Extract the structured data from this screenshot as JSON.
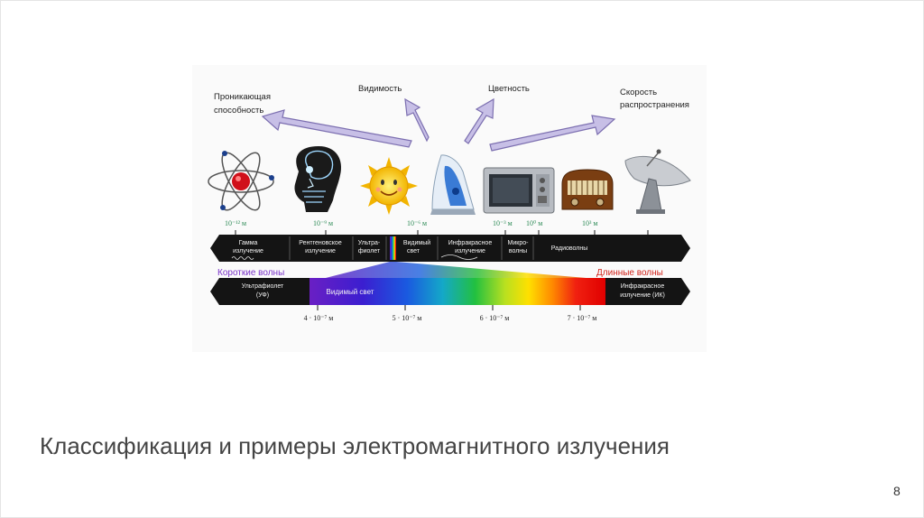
{
  "slide": {
    "title": "Классификация и примеры электромагнитного излучения",
    "page_number": "8"
  },
  "diagram": {
    "property_labels": {
      "penetrating": [
        "Проникающая",
        "способность"
      ],
      "visibility": "Видимость",
      "color": "Цветность",
      "propagation_speed": [
        "Скорость",
        "распространения"
      ]
    },
    "icons": [
      "atom-icon",
      "xray-skull-icon",
      "sun-icon",
      "iron-icon",
      "microwave-icon",
      "radio-icon",
      "satellite-dish-icon"
    ],
    "wavelength_labels": {
      "w1": "10⁻¹² м",
      "w2": "10⁻⁹ м",
      "w3": "10⁻⁶ м",
      "w4": "10⁻³ м",
      "w5": "10⁰ м",
      "w6": "10³ м"
    },
    "bands": {
      "gamma": [
        "Гамма",
        "излучение"
      ],
      "xray": [
        "Рентгеновское",
        "излучение"
      ],
      "uv": [
        "Ультра-",
        "фиолет"
      ],
      "visible": [
        "Видимый",
        "свет"
      ],
      "ir": [
        "Инфракрасное",
        "излучение"
      ],
      "micro": [
        "Микро-",
        "волны"
      ],
      "radio": "Радиоволны"
    },
    "short_waves": "Короткие волны",
    "long_waves": "Длинные волны",
    "lower_bar": {
      "uv": [
        "Ультрафиолет",
        "(УФ)"
      ],
      "visible": "Видимый свет",
      "ir": [
        "Инфракрасное",
        "излучение (ИК)"
      ]
    },
    "lower_ticks": {
      "t1": "4 · 10⁻⁷ м",
      "t2": "5 · 10⁻⁷ м",
      "t3": "6 · 10⁻⁷ м",
      "t4": "7 · 10⁻⁷ м"
    },
    "colors": {
      "arrow_fill": "#c7bfe6",
      "arrow_stroke": "#7c6fb0",
      "bar": "#141414",
      "short_waves_text": "#7b35c9",
      "long_waves_text": "#d1241c",
      "wavelength_text": "#2e8b57"
    }
  }
}
